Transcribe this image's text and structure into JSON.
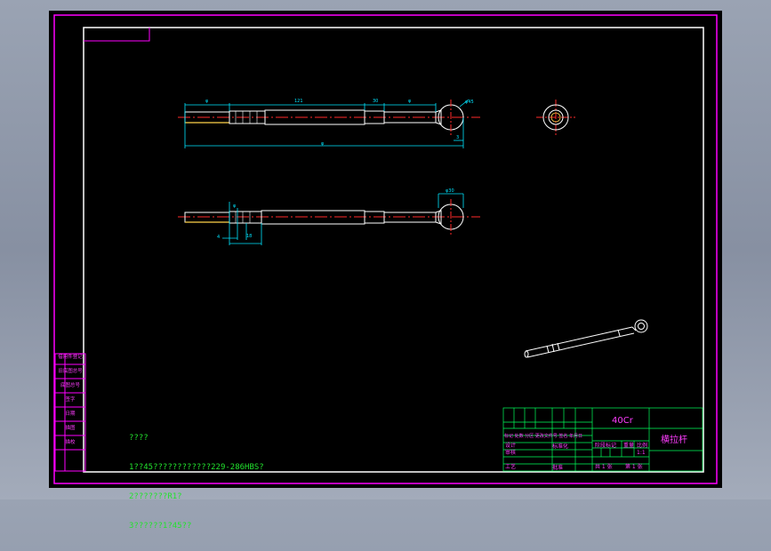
{
  "colors": {
    "background": "#000000",
    "frame": "#ff00ff",
    "border": "#ffffff",
    "centerline": "#ff2a2a",
    "dimension": "#00e5ff",
    "notes": "#22e22e"
  },
  "notes": {
    "title": "????",
    "line1": "1??45????????????229-286HBS?",
    "line2": "2???????R1?",
    "line3": "3??????1?45??"
  },
  "title_block": {
    "material": "40Cr",
    "part_name": "横拉杆",
    "row_labels": [
      "标记 处数 分区 更改文件号 签名 年月日",
      "设计",
      "审核",
      "工艺"
    ],
    "standardization": "标准化",
    "approve": "批准",
    "stage_mark": "阶段标记",
    "weight": "重量",
    "scale": "比例",
    "scale_value": "1:1",
    "sheets": "共 1 张",
    "sheet_no": "第 1 张"
  },
  "side_labels": [
    "借用件登记",
    "旧底图总号",
    "底图总号",
    "签字",
    "日期",
    "描图",
    "描校"
  ],
  "dimensions": {
    "top_view": [
      "φ",
      "121",
      "30",
      "φ",
      "φ45",
      "3",
      "φ"
    ],
    "side_view": [
      "φ",
      "18",
      "φ30",
      "4"
    ],
    "front_overall": "φ"
  }
}
